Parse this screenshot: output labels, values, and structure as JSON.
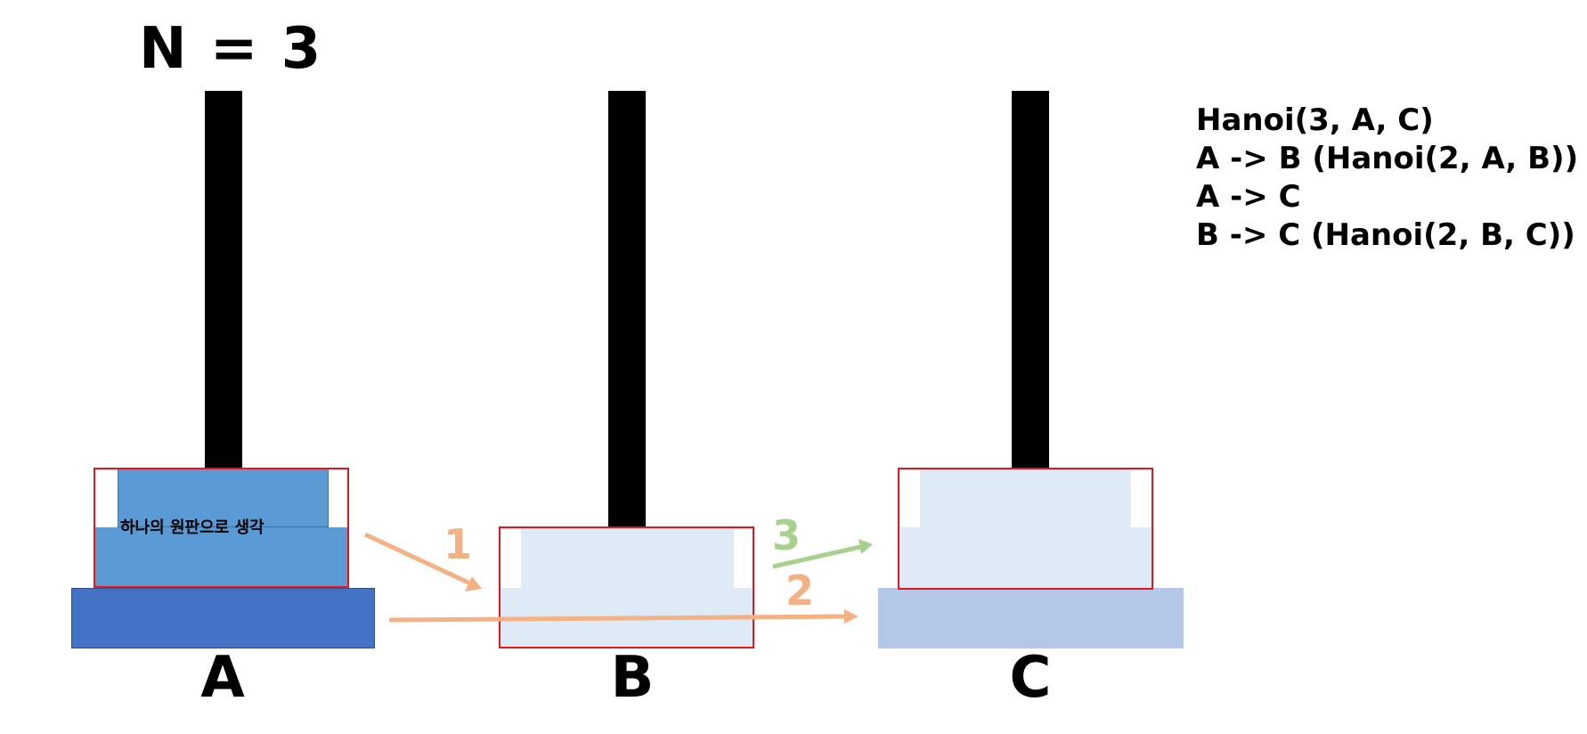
{
  "title": "N = 3",
  "pegs": [
    "A",
    "B",
    "C"
  ],
  "note": "하나의 원판으로 생각",
  "code": [
    "Hanoi(3, A, C)",
    "A -> B (Hanoi(2, A, B))",
    "A -> C",
    "B -> C (Hanoi(2, B, C))"
  ],
  "steps": [
    {
      "label": "1",
      "color": "#f4b183"
    },
    {
      "label": "2",
      "color": "#f4b183"
    },
    {
      "label": "3",
      "color": "#a9d18e"
    }
  ],
  "colors": {
    "large_disk": "#4472c4",
    "medium_disk": "#5b9bd5",
    "ghost_disk": "#deebf7",
    "ghost_large_disk": "#b4c7e7",
    "group_outline": "#e8141b"
  }
}
